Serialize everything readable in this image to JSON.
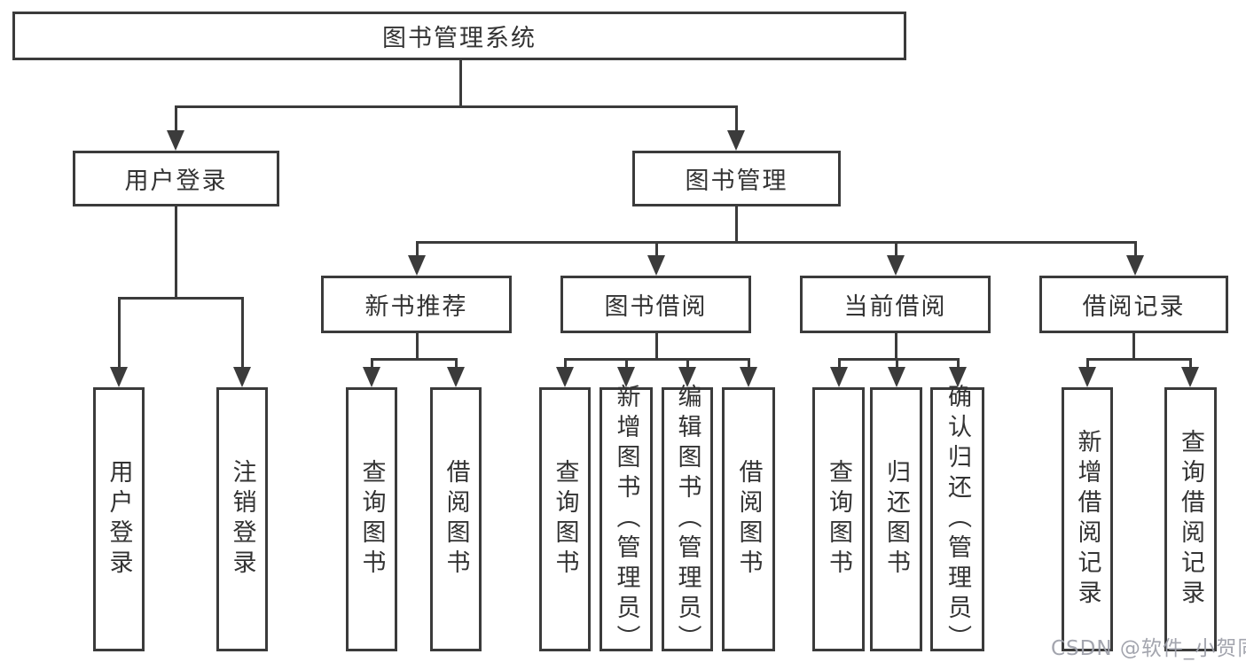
{
  "diagram": {
    "root": {
      "label": "图书管理系统",
      "children": [
        {
          "label": "用户登录",
          "children": [
            {
              "label": "用户登录"
            },
            {
              "label": "注销登录"
            }
          ]
        },
        {
          "label": "图书管理",
          "children": [
            {
              "label": "新书推荐",
              "children": [
                {
                  "label": "查询图书"
                },
                {
                  "label": "借阅图书"
                }
              ]
            },
            {
              "label": "图书借阅",
              "children": [
                {
                  "label": "查询图书"
                },
                {
                  "label": "新增图书（管理员）"
                },
                {
                  "label": "编辑图书（管理员）"
                },
                {
                  "label": "借阅图书"
                }
              ]
            },
            {
              "label": "当前借阅",
              "children": [
                {
                  "label": "查询图书"
                },
                {
                  "label": "归还图书"
                },
                {
                  "label": "确认归还（管理员）"
                }
              ]
            },
            {
              "label": "借阅记录",
              "children": [
                {
                  "label": "新增借阅记录"
                },
                {
                  "label": "查询借阅记录"
                }
              ]
            }
          ]
        }
      ]
    },
    "colors": {
      "line": "#3b3b3b",
      "text": "#333333",
      "box_fill": "#ffffff",
      "background": "#ffffff",
      "watermark": "#9ea0aa"
    }
  },
  "watermark": {
    "text": "CSDN @软件_小贺同学"
  }
}
